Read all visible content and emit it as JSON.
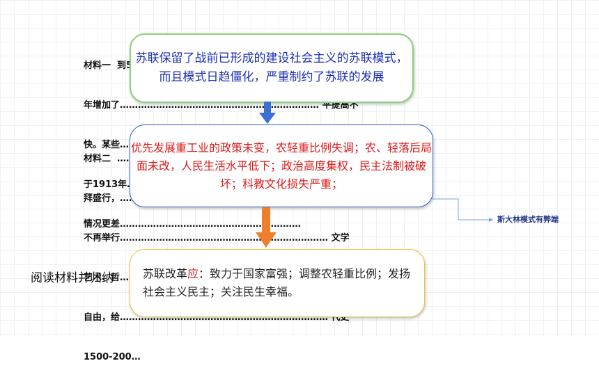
{
  "material1": {
    "lines": [
      "材料一  到50年代，…………………… ，从1913年到 1950",
      "年增加了………………………………………………………… 平提高不",
      "快。某些………………………………………………………… 公斤。低",
      "于1913年…………………………………………………… 行。农村",
      "情况更差……………………………………………………"
    ]
  },
  "material2": {
    "lines": [
      "材料二  ………………………………………………………… 人崇",
      "拜盛行，…………………………………………………………… 起也",
      "不再举行…………………………………………………………… 文学",
      "艺术、哲…………………………………………………………… 学术",
      "自由，给…………………………………………………………… 代史",
      "1500-200…"
    ]
  },
  "box1": {
    "text": "苏联保留了战前已形成的建设社会主义的苏联模式，而且模式日趋僵化，严重制约了苏联的发展"
  },
  "box2": {
    "text": "优先发展重工业的政策未变，农轻重比例失调；农、轻落后局面未改，人民生活水平低下；政治高度集权，民主法制被破坏；科教文化损失严重；"
  },
  "box3": {
    "prefix": "苏联改革",
    "highlight": "应",
    "rest": "：致力于国家富强；调整农轻重比例；发扬社会主义民主；关注民生幸福。"
  },
  "side_note": "斯大林模式有弊端",
  "read_label": "阅读材料并归纳",
  "colors": {
    "box1_border": "#8ccf7a",
    "box1_text": "#1b2fb5",
    "box2_border": "#2b5ed6",
    "box2_text": "#e01818",
    "box3_border": "#f1c232",
    "arrow_blue": "#3b6fd4",
    "arrow_orange": "#ef7f2a"
  }
}
